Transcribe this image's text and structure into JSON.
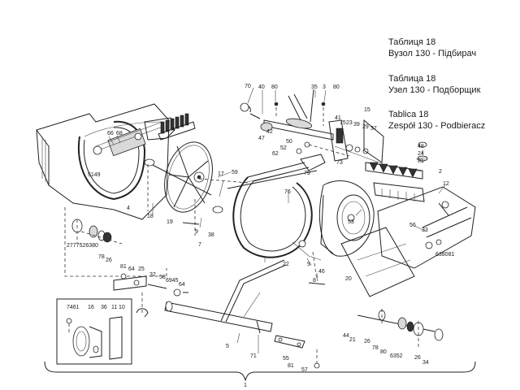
{
  "header": {
    "blocks": [
      {
        "line1": "Таблиця 18",
        "line2": "Вузол 130 - Підбирач"
      },
      {
        "line1": "Таблица 18",
        "line2": "Узел 130 - Подборщик"
      },
      {
        "line1": "Tablica 18",
        "line2": "Zespół 130 - Podbieracz"
      }
    ]
  },
  "callouts": [
    {
      "id": "c40",
      "text": "40"
    },
    {
      "id": "c80a",
      "text": "80"
    },
    {
      "id": "c35",
      "text": "35"
    },
    {
      "id": "c3",
      "text": "3"
    },
    {
      "id": "c80b",
      "text": "80"
    },
    {
      "id": "c70",
      "text": "70"
    },
    {
      "id": "c42",
      "text": "42"
    },
    {
      "id": "c47",
      "text": "47"
    },
    {
      "id": "c50",
      "text": "50"
    },
    {
      "id": "c52",
      "text": "52"
    },
    {
      "id": "c62",
      "text": "62"
    },
    {
      "id": "c41",
      "text": "41"
    },
    {
      "id": "c75",
      "text": "75"
    },
    {
      "id": "c23",
      "text": "23"
    },
    {
      "id": "c39",
      "text": "39"
    },
    {
      "id": "c29",
      "text": "29"
    },
    {
      "id": "c37",
      "text": "37"
    },
    {
      "id": "c15",
      "text": "15"
    },
    {
      "id": "c5149",
      "text": "5149"
    },
    {
      "id": "c66",
      "text": "66"
    },
    {
      "id": "c68",
      "text": "68"
    },
    {
      "id": "c48",
      "text": "48"
    },
    {
      "id": "c24",
      "text": "24"
    },
    {
      "id": "c81a",
      "text": "81"
    },
    {
      "id": "c73",
      "text": "73"
    },
    {
      "id": "c79",
      "text": "79"
    },
    {
      "id": "c59",
      "text": "59"
    },
    {
      "id": "c17",
      "text": "17"
    },
    {
      "id": "c2",
      "text": "2"
    },
    {
      "id": "c12",
      "text": "12"
    },
    {
      "id": "c4",
      "text": "4"
    },
    {
      "id": "c18",
      "text": "18"
    },
    {
      "id": "c19",
      "text": "19"
    },
    {
      "id": "c76",
      "text": "76"
    },
    {
      "id": "c53",
      "text": "53"
    },
    {
      "id": "c9a",
      "text": "9"
    },
    {
      "id": "c38",
      "text": "38"
    },
    {
      "id": "c7",
      "text": "7"
    },
    {
      "id": "c56",
      "text": "56"
    },
    {
      "id": "c33",
      "text": "33"
    },
    {
      "id": "c27",
      "text": "2777526380"
    },
    {
      "id": "c78a",
      "text": "78"
    },
    {
      "id": "c26a",
      "text": "26"
    },
    {
      "id": "c63",
      "text": "638081"
    },
    {
      "id": "c81b",
      "text": "81"
    },
    {
      "id": "c64a",
      "text": "64"
    },
    {
      "id": "c25",
      "text": "25"
    },
    {
      "id": "c22",
      "text": "22"
    },
    {
      "id": "c9b",
      "text": "9"
    },
    {
      "id": "c46",
      "text": "46"
    },
    {
      "id": "c32",
      "text": "32"
    },
    {
      "id": "c58",
      "text": "58"
    },
    {
      "id": "c6945",
      "text": "6945"
    },
    {
      "id": "c64b",
      "text": "64"
    },
    {
      "id": "c8",
      "text": "8"
    },
    {
      "id": "c20",
      "text": "20"
    },
    {
      "id": "c74",
      "text": "7461"
    },
    {
      "id": "c16",
      "text": "16"
    },
    {
      "id": "c36",
      "text": "36"
    },
    {
      "id": "c11",
      "text": "11"
    },
    {
      "id": "c10",
      "text": "10"
    },
    {
      "id": "c44",
      "text": "44"
    },
    {
      "id": "c21",
      "text": "21"
    },
    {
      "id": "c26b",
      "text": "26"
    },
    {
      "id": "c78b",
      "text": "78"
    },
    {
      "id": "c80c",
      "text": "80"
    },
    {
      "id": "c6352",
      "text": "6352"
    },
    {
      "id": "c26c",
      "text": "26"
    },
    {
      "id": "c34",
      "text": "34"
    },
    {
      "id": "c5",
      "text": "5"
    },
    {
      "id": "c71",
      "text": "71"
    },
    {
      "id": "c55",
      "text": "55"
    },
    {
      "id": "c81c",
      "text": "81"
    },
    {
      "id": "c57",
      "text": "57"
    },
    {
      "id": "c1",
      "text": "1"
    }
  ]
}
